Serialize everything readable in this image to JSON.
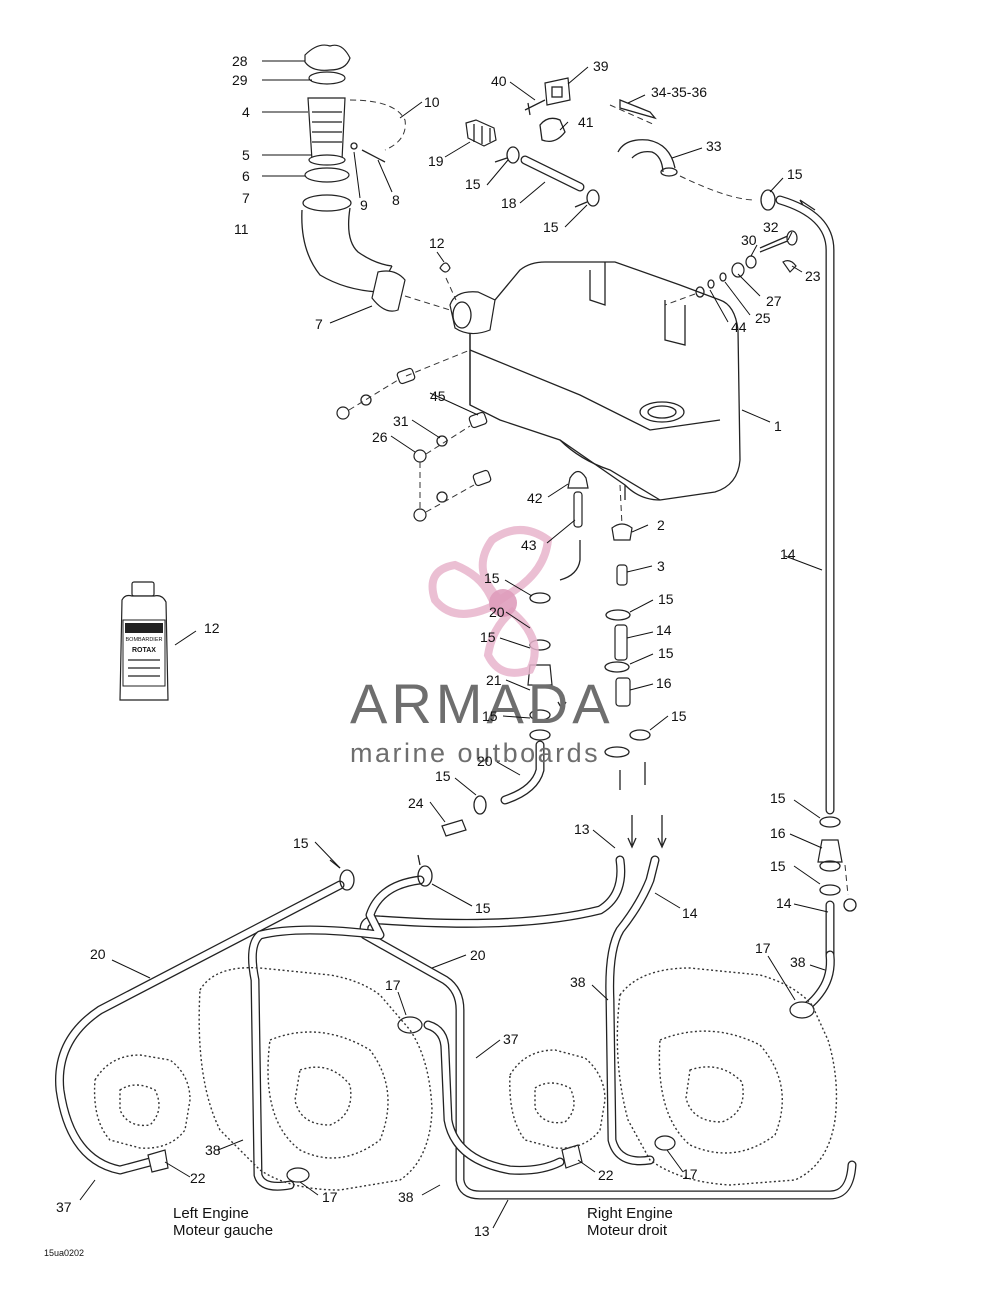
{
  "diagram": {
    "callouts": {
      "c28": "28",
      "c29": "29",
      "c4": "4",
      "c10": "10",
      "c5": "5",
      "c6": "6",
      "c7a": "7",
      "c9": "9",
      "c8": "8",
      "c11": "11",
      "c7b": "7",
      "c40": "40",
      "c39": "39",
      "c343536": "34-35-36",
      "c41": "41",
      "c33": "33",
      "c19": "19",
      "c15a": "15",
      "c18": "18",
      "c15b": "15",
      "c15c": "15",
      "c32": "32",
      "c30": "30",
      "c23": "23",
      "c27": "27",
      "c25": "25",
      "c44": "44",
      "c12a": "12",
      "c45": "45",
      "c31": "31",
      "c26": "26",
      "c1": "1",
      "c42": "42",
      "c2": "2",
      "c43": "43",
      "c3": "3",
      "c14a": "14",
      "c15d": "15",
      "c20a": "20",
      "c15e": "15",
      "c15f": "15",
      "c14b": "14",
      "c15g": "15",
      "c21": "21",
      "c16a": "16",
      "c15h": "15",
      "c15i": "15",
      "c20b": "20",
      "c15j": "15",
      "c24": "24",
      "c15k": "15",
      "c13a": "13",
      "c14c": "14",
      "c15l": "15",
      "c15m": "15",
      "c16b": "16",
      "c15n": "15",
      "c14d": "14",
      "c20c": "20",
      "c20d": "20",
      "c17a": "17",
      "c17b": "17",
      "c38a": "38",
      "c38b": "38",
      "c37a": "37",
      "c22a": "22",
      "c22b": "22",
      "c17c": "17",
      "c17d": "17",
      "c37b": "37",
      "c38c": "38",
      "c13b": "13",
      "c38d": "38",
      "c12b": "12"
    },
    "left_engine_en": "Left Engine",
    "left_engine_fr": "Moteur gauche",
    "right_engine_en": "Right Engine",
    "right_engine_fr": "Moteur droit",
    "drawing_number": "15ua0202",
    "oil_bottle": {
      "brand": "BOMBARDIER",
      "name": "ROTAX"
    }
  },
  "watermark": {
    "brand": "ARMADA",
    "tagline": "marine outboards",
    "colors": {
      "logo_pink": "#e8b4cc",
      "logo_dot": "#d98cb0",
      "text_gray": "#6e6e6e"
    }
  }
}
